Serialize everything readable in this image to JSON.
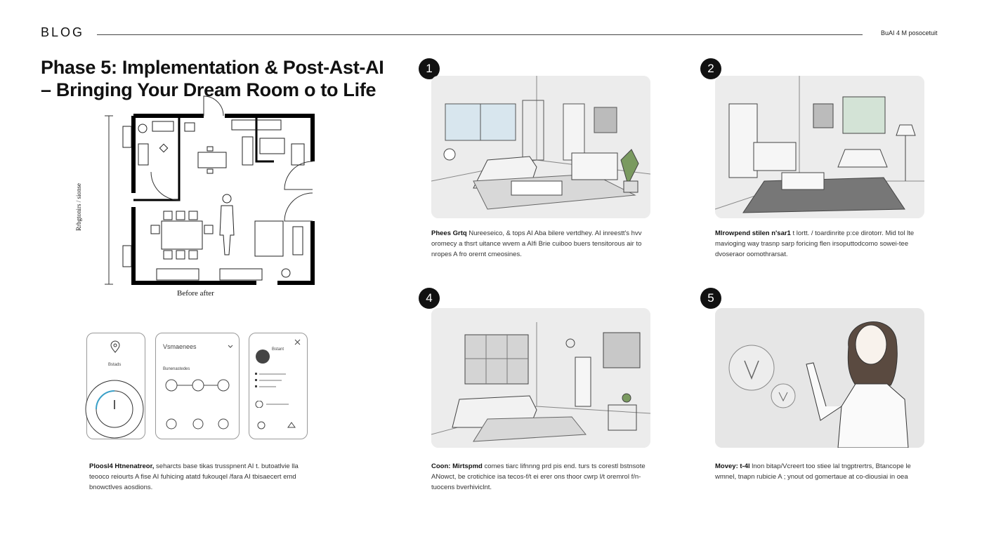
{
  "header": {
    "brand": "BLOG",
    "meta": "BuAI 4 M posocetuit"
  },
  "title": {
    "line1": "Phase 5: Implementation & Post-Ast-AI",
    "line2": "– Bringing Your Dream Room o to Life"
  },
  "floorplan": {
    "label": "Before after",
    "vertical_label": "Rrbgtonirs / sionse"
  },
  "apps": {
    "card2_title": "Vsmaenees",
    "card2_sub": "Bunenastedes",
    "card3_title": "Bstant",
    "card1_label": "Bstads"
  },
  "captions": {
    "smart_home": {
      "lead": "Ploosl4 Htnenatreor,",
      "text": "seharcts base tikas trusspnent AI t. butoatlvie lla teooco reiourts A fise AI fuhicing atatd fukouqel /fara AI tbisaecert emd bnowctlves aosdions."
    },
    "step1": {
      "lead": "Phees Grtq",
      "text": "Nureeseico, & tops AI Aba bilere vertdhey. AI inreestt's hvv oromecy a thsrt uitance wvem a AIfi Brie cuiboo buers tensitorous air to nropes A fro orernt cmeosines."
    },
    "step2": {
      "lead": "Mlrowpend stilen n'sar1",
      "text": "t lortt. / toardinrite p:ce dirotorr. Mid tol lte mavioging way trasnp sarp foricing flen irsoputtodcomo sowei-tee dvoseraor oomothrarsat."
    },
    "step4": {
      "lead": "Coon: Mirtspmd",
      "text": "comes tiarc lifnnng prd pis end. turs ts corestl bstnsote ANowct, be crotichice isa tecos-f/t ei erer ons thoor cwrp l/t oremrol f/n- tuocens bverhiviclnt."
    },
    "step5": {
      "lead": "Movey: t-4l",
      "text": "lnon bitap/Vcreert too stiee lal tngptrertrs, Btancope le wmnel, tnapn rubicie A ; ynout od gomertaue at co-diousiai in oea"
    }
  },
  "steps": [
    {
      "number": "1"
    },
    {
      "number": "2"
    },
    {
      "number": "4"
    },
    {
      "number": "5"
    }
  ]
}
